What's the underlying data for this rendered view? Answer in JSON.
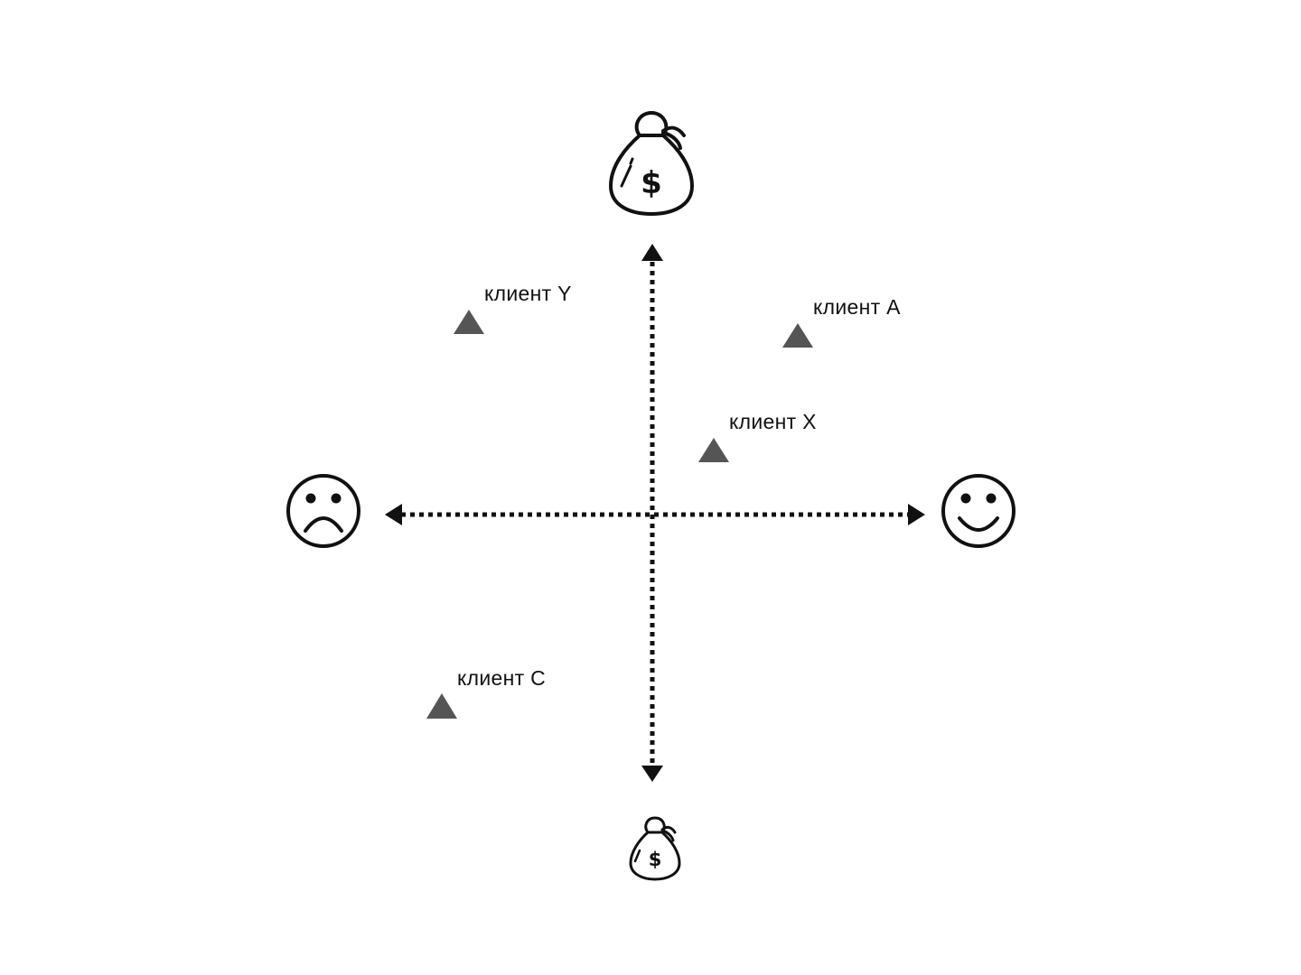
{
  "colors": {
    "axis": "#111111",
    "marker": "#555555",
    "background": "#ffffff"
  },
  "axes": {
    "top_icon": "money-bag-large-icon",
    "bottom_icon": "money-bag-small-icon",
    "left_icon": "sad-face-icon",
    "right_icon": "happy-face-icon",
    "style": "dotted-double-arrow"
  },
  "clients": [
    {
      "id": "y",
      "label": "клиент Y",
      "marker": "triangle"
    },
    {
      "id": "a",
      "label": "клиент A",
      "marker": "triangle"
    },
    {
      "id": "x",
      "label": "клиент X",
      "marker": "triangle"
    },
    {
      "id": "c",
      "label": "клиент C",
      "marker": "triangle"
    }
  ]
}
